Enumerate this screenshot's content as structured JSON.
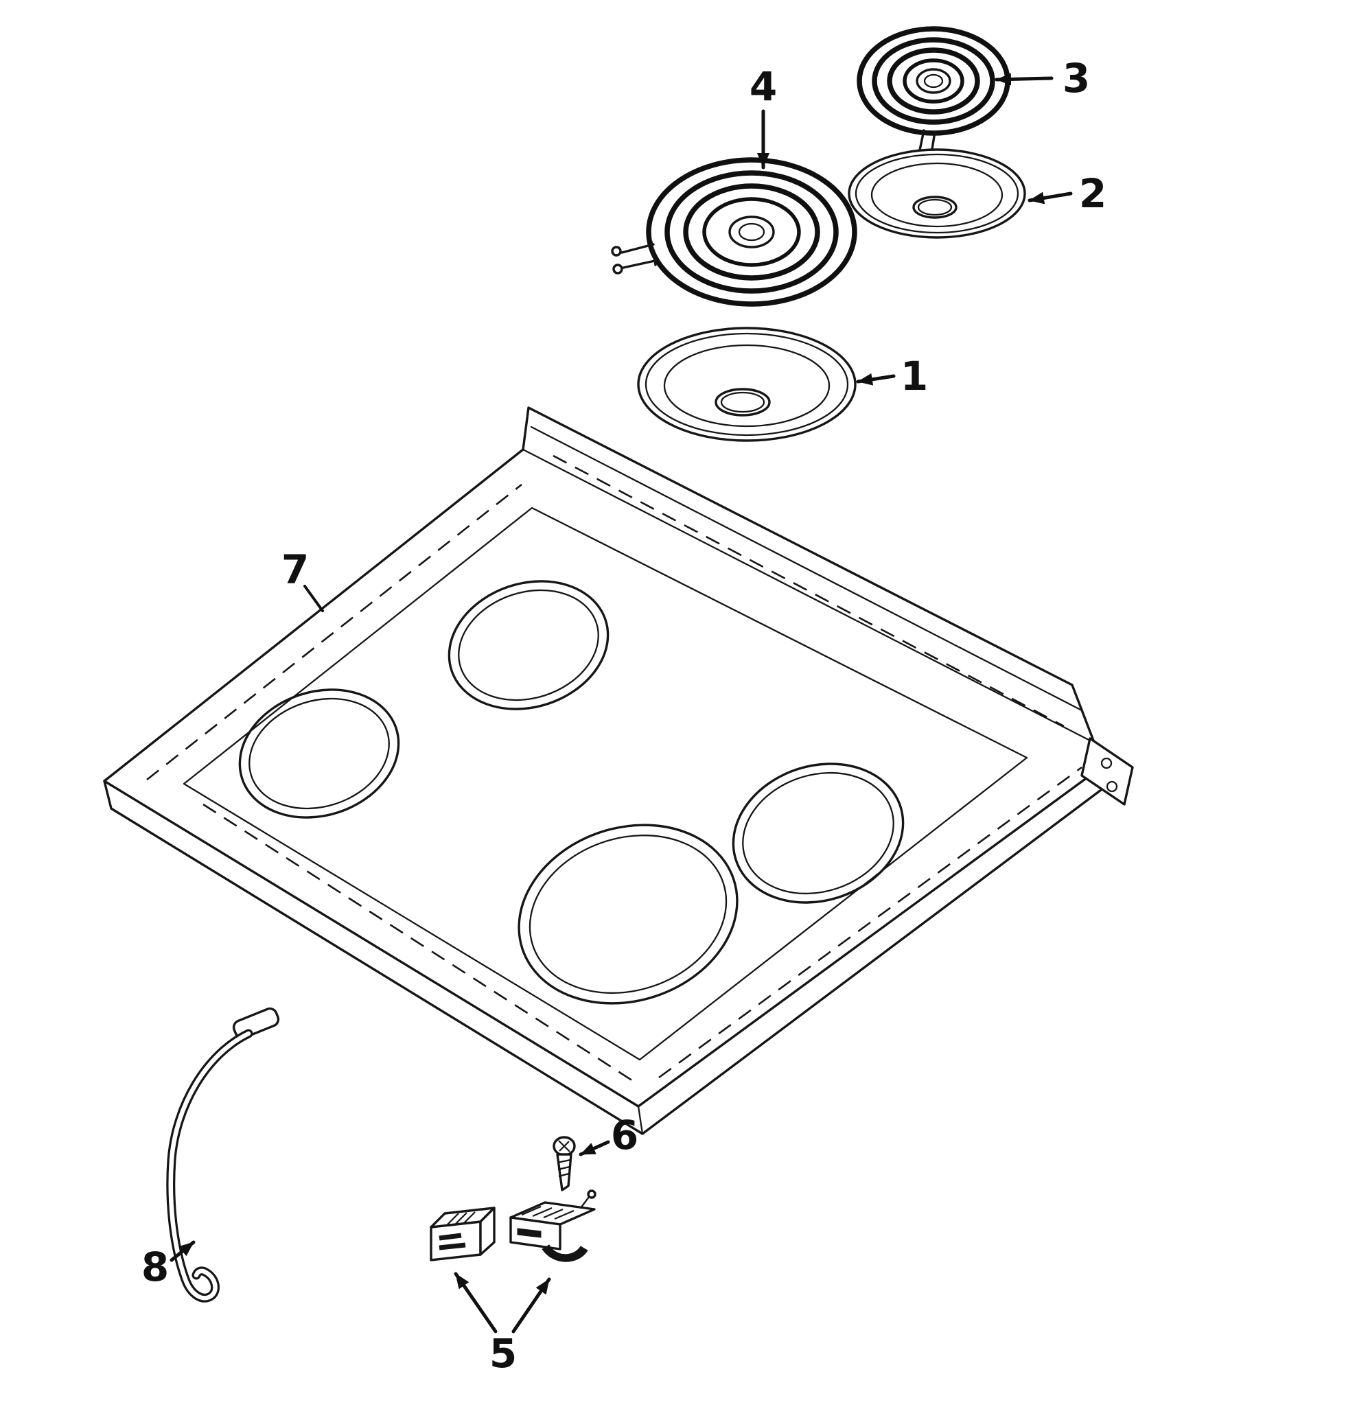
{
  "diagram": {
    "type": "exploded-parts-diagram",
    "subject": "range-cooktop-top-assembly",
    "colors": {
      "line": "#161616",
      "background": "#ffffff"
    },
    "callouts": [
      {
        "label": "1",
        "part": "drip-bowl-large"
      },
      {
        "label": "2",
        "part": "drip-bowl-small"
      },
      {
        "label": "3",
        "part": "coil-element-small"
      },
      {
        "label": "4",
        "part": "coil-element-large"
      },
      {
        "label": "5",
        "part": "receptacle-blocks"
      },
      {
        "label": "6",
        "part": "screw"
      },
      {
        "label": "7",
        "part": "main-top"
      },
      {
        "label": "8",
        "part": "ground-wire"
      }
    ]
  }
}
